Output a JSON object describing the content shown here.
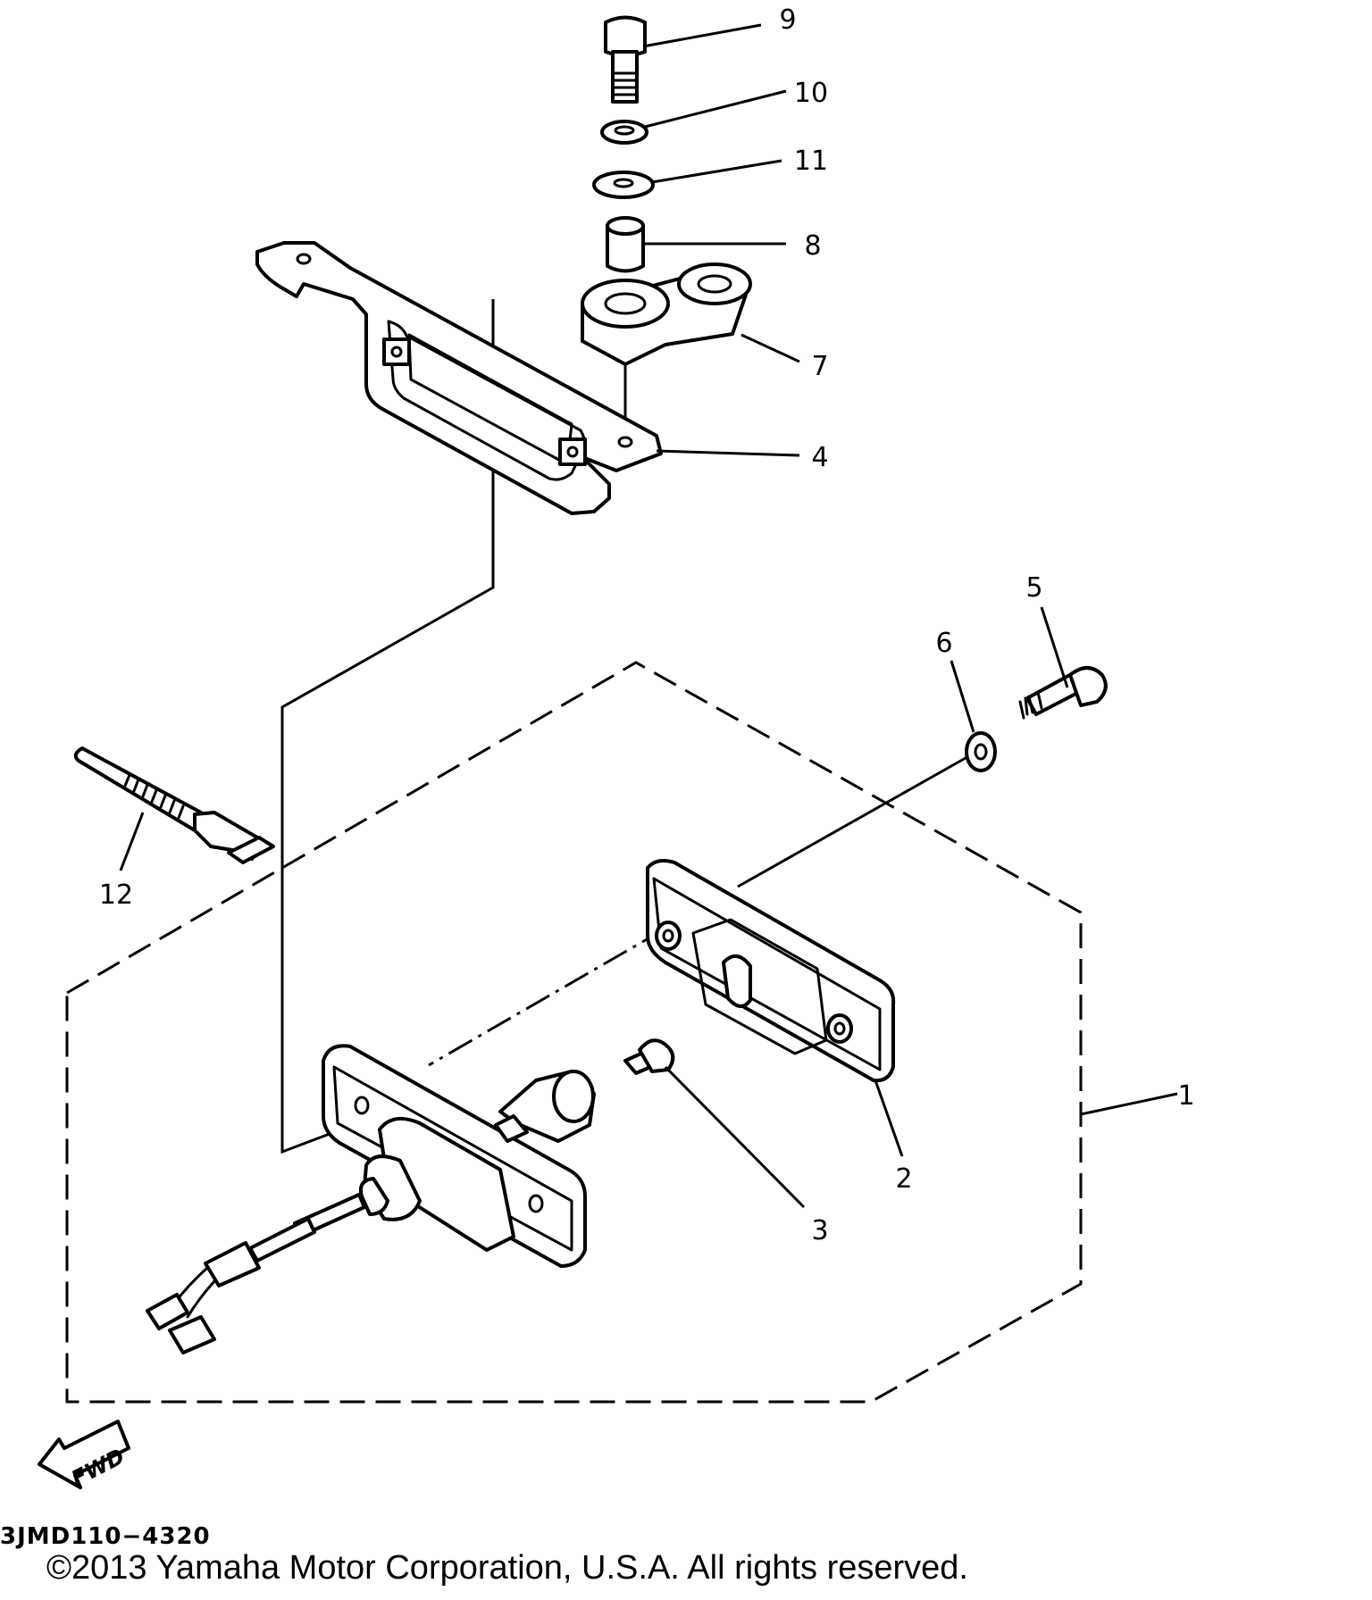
{
  "callouts": [
    {
      "id": "1",
      "label": "1"
    },
    {
      "id": "2",
      "label": "2"
    },
    {
      "id": "3",
      "label": "3"
    },
    {
      "id": "4",
      "label": "4"
    },
    {
      "id": "5",
      "label": "5"
    },
    {
      "id": "6",
      "label": "6"
    },
    {
      "id": "7",
      "label": "7"
    },
    {
      "id": "8",
      "label": "8"
    },
    {
      "id": "9",
      "label": "9"
    },
    {
      "id": "10",
      "label": "10"
    },
    {
      "id": "11",
      "label": "11"
    },
    {
      "id": "12",
      "label": "12"
    }
  ],
  "fwd_label": "FWD",
  "reference_code": "3JMD110−4320",
  "copyright": "©2013 Yamaha Motor Corporation, U.S.A. All rights reserved."
}
